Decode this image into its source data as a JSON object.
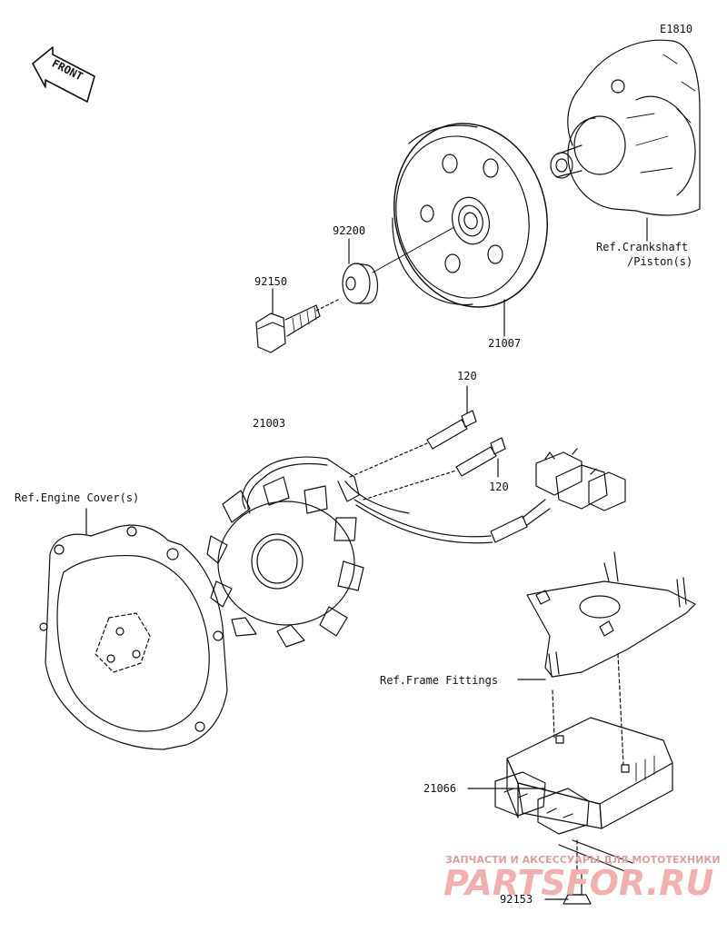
{
  "diagram": {
    "code": "E1810",
    "front_label": "FRONT",
    "parts": {
      "p21007": "21007",
      "p92200": "92200",
      "p92150": "92150",
      "p21003": "21003",
      "p120a": "120",
      "p120b": "120",
      "p21066": "21066",
      "p92153": "92153"
    },
    "refs": {
      "crankshaft_1": "Ref.Crankshaft",
      "crankshaft_2": "/Piston(s)",
      "engine_cover": "Ref.Engine Cover(s)",
      "frame_fittings": "Ref.Frame Fittings"
    }
  },
  "watermark": {
    "tagline": "ЗАПЧАСТИ И АКСЕССУАРЫ ДЛЯ МОТОТЕХНИКИ",
    "logo": "PARTSFOR.RU"
  }
}
